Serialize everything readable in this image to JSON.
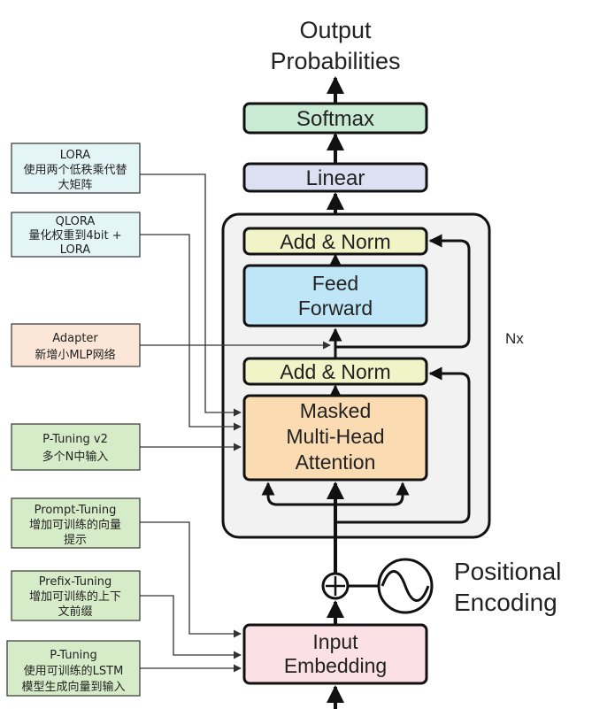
{
  "output_label": [
    "Output",
    "Probabilities"
  ],
  "blocks": {
    "softmax": "Softmax",
    "linear": "Linear",
    "add_norm_top": "Add & Norm",
    "feed_forward": [
      "Feed",
      "Forward"
    ],
    "add_norm_bottom": "Add & Norm",
    "masked_mha": [
      "Masked",
      "Multi-Head",
      "Attention"
    ],
    "input_embedding": [
      "Input",
      "Embedding"
    ]
  },
  "nx_label": "Nx",
  "positional_encoding": [
    "Positional",
    "Encoding"
  ],
  "methods": [
    {
      "lines": [
        "LORA",
        "使用两个低秩乘代替",
        "大矩阵"
      ]
    },
    {
      "lines": [
        "QLORA",
        "量化权重到4bit +",
        "LORA"
      ]
    },
    {
      "lines": [
        "Adapter",
        "新增小MLP网络"
      ]
    },
    {
      "lines": [
        "P-Tuning v2",
        "多个N中输入"
      ]
    },
    {
      "lines": [
        "Prompt-Tuning",
        "增加可训练的向量",
        "提示"
      ]
    },
    {
      "lines": [
        "Prefix-Tuning",
        "增加可训练的上下",
        "文前缀"
      ]
    },
    {
      "lines": [
        "P-Tuning",
        "使用可训练的LSTM",
        "模型生成向量到输入"
      ]
    }
  ],
  "colors": {
    "softmax": "#c9ead3",
    "linear": "#dde0f3",
    "add_norm": "#f1f4c6",
    "feed_forward": "#bfe6f6",
    "attention": "#fbdbb2",
    "embedding": "#fbe0e5",
    "stack": "#f2f2f3",
    "lora": "#e4f5f8",
    "adapter": "#fbe6d8",
    "green": "#d6ecc9"
  }
}
